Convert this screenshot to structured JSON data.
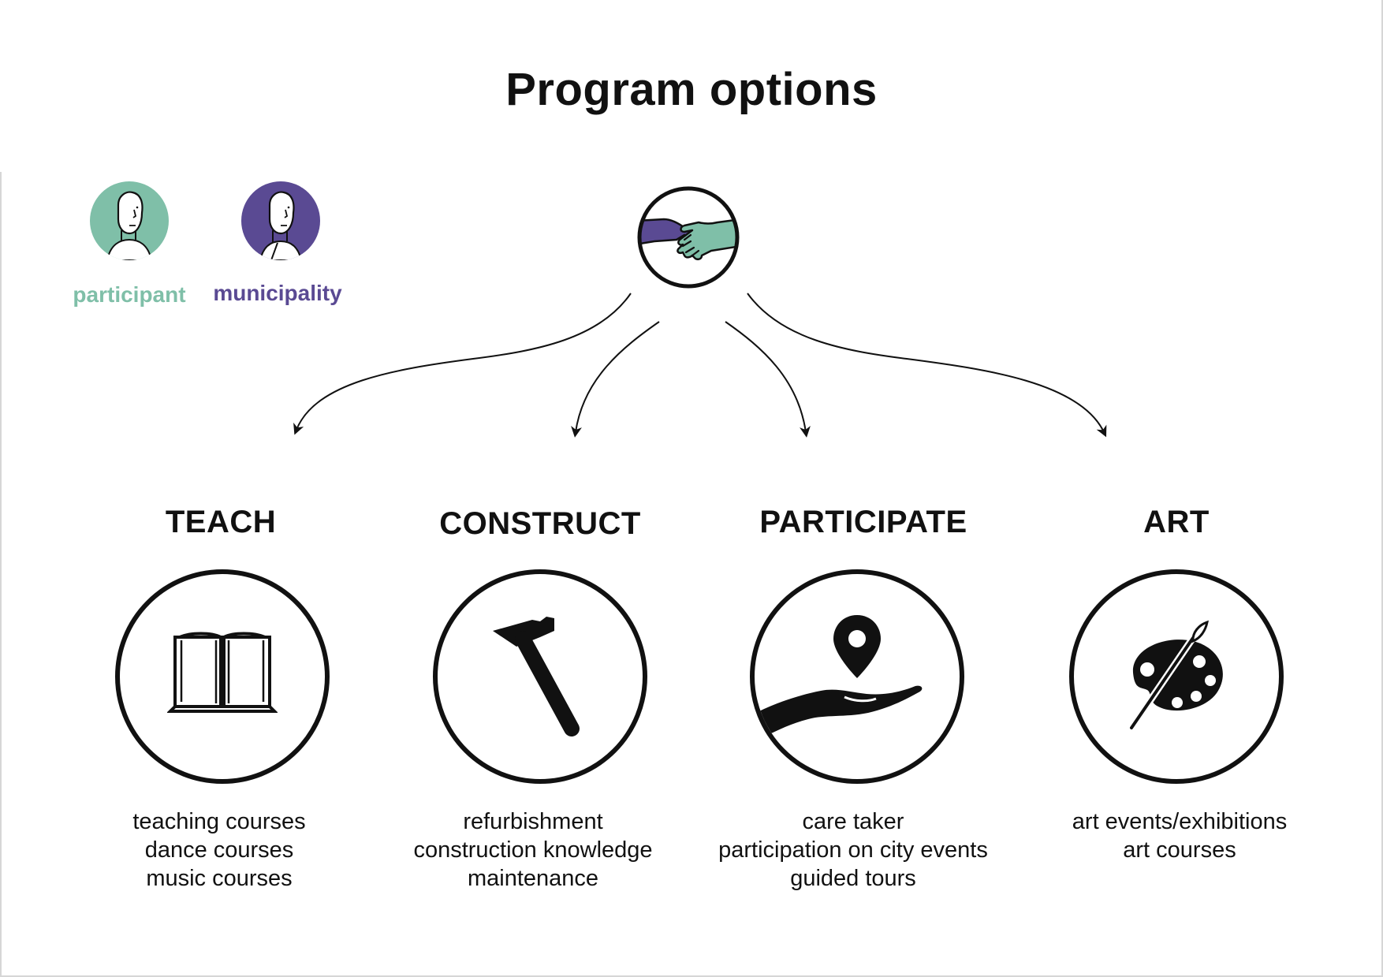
{
  "title": "Program options",
  "legend": {
    "participant": {
      "label": "participant",
      "color": "#7fbfa8",
      "icon": "participant-avatar-icon"
    },
    "municipality": {
      "label": "municipality",
      "color": "#5a4a93",
      "icon": "municipality-avatar-icon"
    }
  },
  "hub": {
    "icon": "handshake-icon"
  },
  "categories": [
    {
      "title": "TEACH",
      "icon": "book-icon",
      "items": [
        "teaching courses",
        "dance courses",
        "music courses"
      ]
    },
    {
      "title": "CONSTRUCT",
      "icon": "hammer-icon",
      "items": [
        "refurbishment",
        "construction knowledge",
        "maintenance"
      ]
    },
    {
      "title": "PARTICIPATE",
      "icon": "hand-location-pin-icon",
      "items": [
        "care taker",
        "participation on city events",
        "guided tours"
      ]
    },
    {
      "title": "ART",
      "icon": "palette-brush-icon",
      "items": [
        "art events/exhibitions",
        "art courses"
      ]
    }
  ]
}
